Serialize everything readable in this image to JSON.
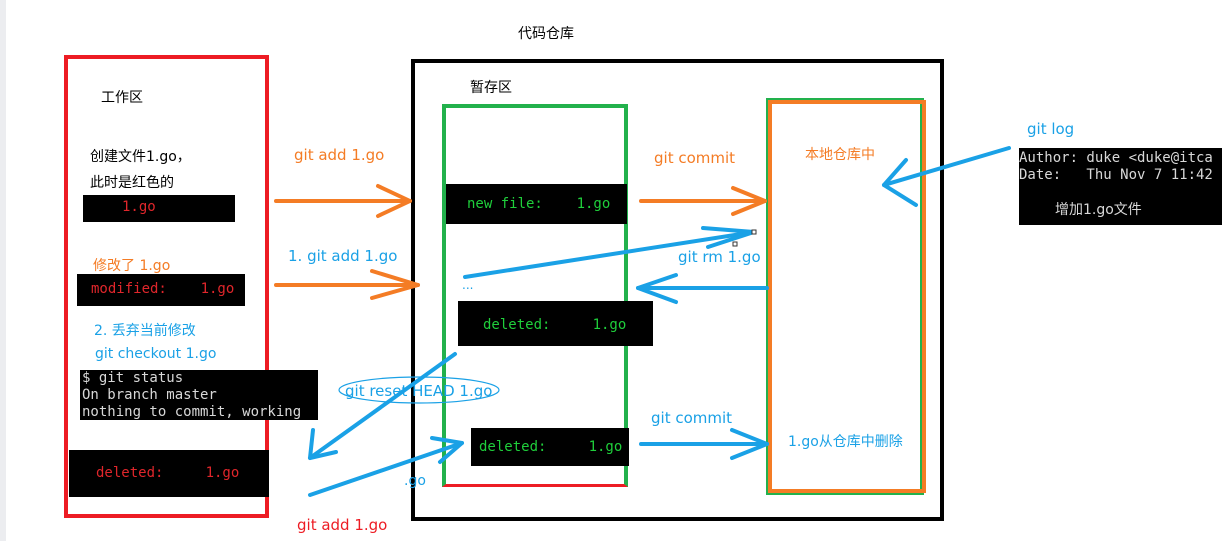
{
  "colors": {
    "red": "#ed1c24",
    "orange": "#f47c25",
    "green": "#22b14c",
    "blue": "#1aa1e6",
    "term_green": "#1fcf3b",
    "term_red": "#e0262b",
    "black": "#000000"
  },
  "titles": {
    "repo": "代码仓库",
    "workspace": "工作区",
    "staging": "暂存区",
    "local_repo": "本地仓库中"
  },
  "workspace": {
    "create_line1": "创建文件1.go，",
    "create_line2": "此时是红色的",
    "file_red": "1.go",
    "modified_label": "修改了  1.go",
    "modified_term": "modified:    1.go",
    "discard_label": "2. 丢弃当前修改",
    "checkout_label": "git checkout 1.go",
    "status_lines": [
      "$ git status",
      "On branch master",
      "nothing to commit, working"
    ],
    "deleted_term": "deleted:     1.go"
  },
  "staging": {
    "new_file_term": "new file:    1.go",
    "dots": "...",
    "deleted_term_upper": "deleted:     1.go",
    "deleted_term_lower": "deleted:     1.go",
    "dot_go": ".go"
  },
  "arrows": {
    "git_add_top": "git add 1.go",
    "git_add_numbered": "1. git add 1.go",
    "git_commit_top": "git commit",
    "git_rm": "git rm 1.go",
    "git_reset": "git reset HEAD 1.go",
    "git_commit_bottom": "git commit",
    "git_add_bottom": "git add 1.go",
    "git_log": "git log"
  },
  "local_repo": {
    "deleted_note": "1.go从仓库中删除"
  },
  "log_output": {
    "author_line": "Author: duke <duke@itca",
    "date_line": "Date:   Thu Nov 7 11:42",
    "message": "增加1.go文件"
  }
}
